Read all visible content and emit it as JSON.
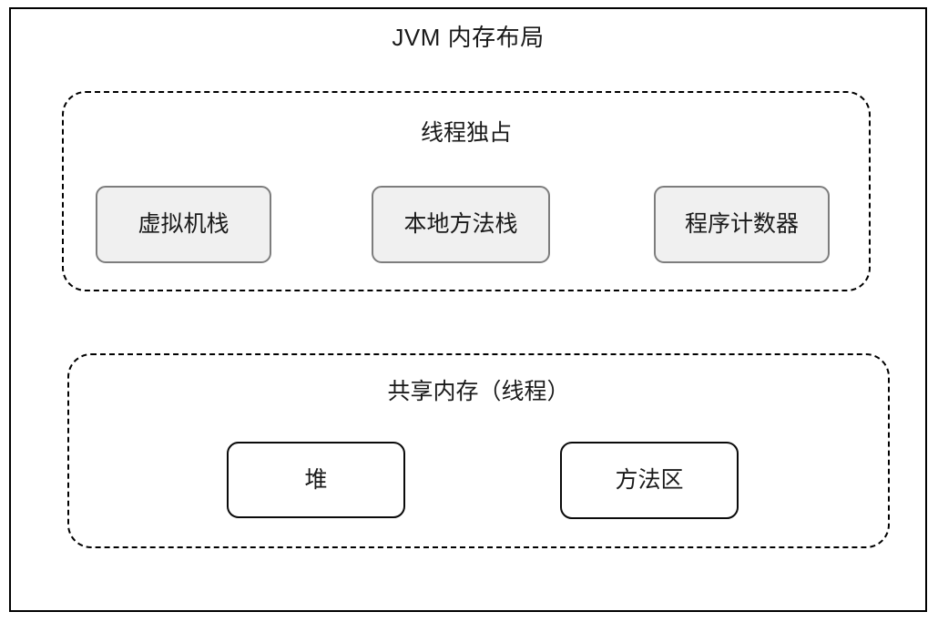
{
  "diagram": {
    "title": "JVM 内存布局",
    "groups": [
      {
        "name": "thread-exclusive",
        "title": "线程独占",
        "boxes": [
          {
            "name": "vm-stack",
            "label": "虚拟机栈"
          },
          {
            "name": "native-method-stack",
            "label": "本地方法栈"
          },
          {
            "name": "program-counter",
            "label": "程序计数器"
          }
        ]
      },
      {
        "name": "shared-memory",
        "title": "共享内存（线程）",
        "boxes": [
          {
            "name": "heap",
            "label": "堆"
          },
          {
            "name": "method-area",
            "label": "方法区"
          }
        ]
      }
    ],
    "colors": {
      "frame_border": "#000000",
      "dashed_border": "#000000",
      "gray_box_fill": "#f0f0f0",
      "gray_box_border": "#7d7d7d",
      "white_box_fill": "#ffffff",
      "white_box_border": "#0a0a0a",
      "text": "#1a1a1a",
      "background": "#ffffff"
    }
  }
}
